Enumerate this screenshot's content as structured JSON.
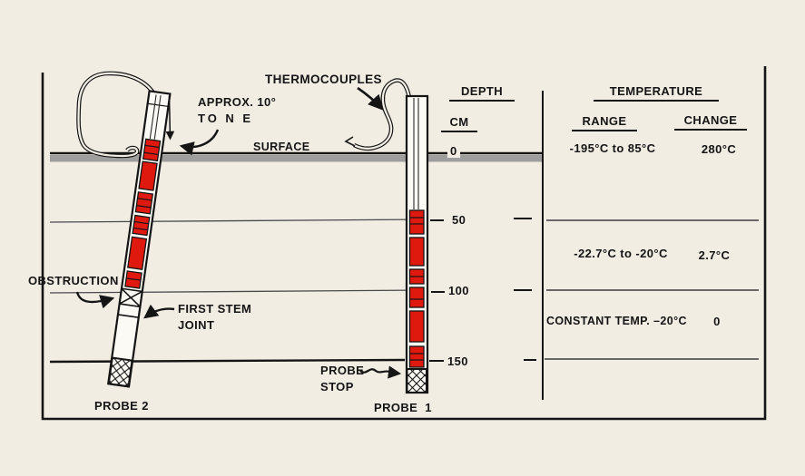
{
  "labels": {
    "thermocouples": "THERMOCOUPLES",
    "approx1": "APPROX. 10°",
    "approx2": "TO N E",
    "surface": "SURFACE",
    "obstruction": "OBSTRUCTION",
    "stem1": "FIRST STEM",
    "stem2": "JOINT",
    "probe2": "PROBE 2",
    "probe1": "PROBE  1",
    "stop1": "PROBE",
    "stop2": "STOP"
  },
  "depth": {
    "header": "DEPTH",
    "unit": "CM",
    "ticks": [
      "0",
      "50",
      "100",
      "150"
    ]
  },
  "table": {
    "header": "TEMPERATURE",
    "col_range": "RANGE",
    "col_change": "CHANGE",
    "rows": [
      {
        "range": "-195°C to 85°C",
        "change": "280°C"
      },
      {
        "range": "-22.7°C to -20°C",
        "change": "2.7°C"
      },
      {
        "range": "CONSTANT TEMP. –20°C",
        "change": "0"
      }
    ]
  },
  "colors": {
    "paper": "#f1ede3",
    "ink": "#151515",
    "probe_red": "#e0190e",
    "surface_gray": "#9e9e9e"
  }
}
